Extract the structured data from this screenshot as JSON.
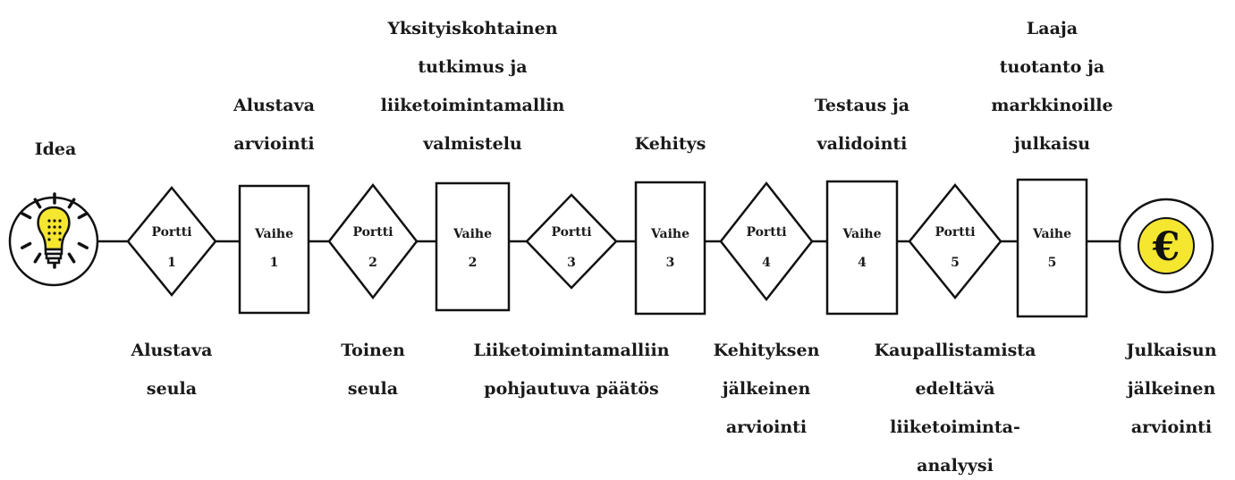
{
  "start_label": "Idea",
  "gates": [
    {
      "title": "Portti",
      "number": "1",
      "caption": [
        "Alustava",
        "seula"
      ]
    },
    {
      "title": "Portti",
      "number": "2",
      "caption": [
        "Toinen",
        "seula"
      ]
    },
    {
      "title": "Portti",
      "number": "3",
      "caption": [
        "Liiketoimintamalliin",
        "pohjautuva päätös"
      ]
    },
    {
      "title": "Portti",
      "number": "4",
      "caption": [
        "Kehityksen",
        "jälkeinen",
        "arviointi"
      ]
    },
    {
      "title": "Portti",
      "number": "5",
      "caption": [
        "Kaupallistamista",
        "edeltävä",
        "liiketoiminta-",
        "analyysi"
      ]
    }
  ],
  "stages": [
    {
      "title": "Vaihe",
      "number": "1",
      "caption": [
        "Alustava",
        "arviointi"
      ]
    },
    {
      "title": "Vaihe",
      "number": "2",
      "caption": [
        "Yksityiskohtainen",
        "tutkimus ja",
        "liiketoimintamallin",
        "valmistelu"
      ]
    },
    {
      "title": "Vaihe",
      "number": "3",
      "caption": [
        "Kehitys"
      ]
    },
    {
      "title": "Vaihe",
      "number": "4",
      "caption": [
        "Testaus ja",
        "validointi"
      ]
    },
    {
      "title": "Vaihe",
      "number": "5",
      "caption": [
        "Laaja",
        "tuotanto ja",
        "markkinoille",
        "julkaisu"
      ]
    }
  ],
  "end": {
    "symbol": "€",
    "caption": [
      "Julkaisun",
      "jälkeinen",
      "arviointi"
    ]
  },
  "colors": {
    "line": "#111111",
    "bulb": "#f5e630",
    "coin": "#f5e630"
  },
  "icons": {
    "start": "lightbulb-icon",
    "end": "euro-coin-icon"
  }
}
